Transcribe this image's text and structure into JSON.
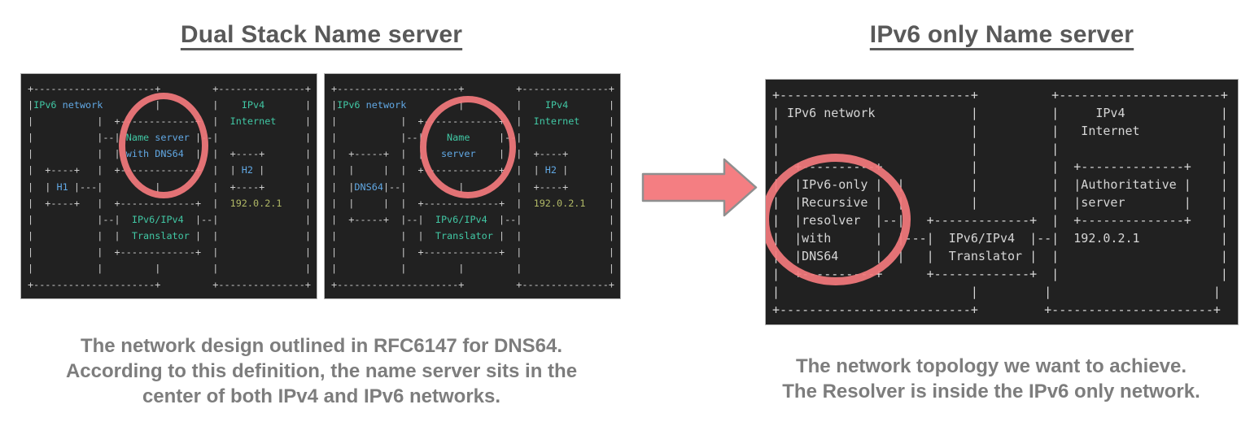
{
  "left_section": {
    "title": "Dual Stack Name server",
    "caption": [
      "The network design outlined in RFC6147 for DNS64.",
      "According to this definition, the name server sits in the",
      "center of both IPv4 and IPv6 networks."
    ]
  },
  "right_section": {
    "title": "IPv6 only Name server",
    "caption": [
      "The network topology we want to achieve.",
      "The Resolver is inside the IPv6 only network."
    ]
  },
  "colors": {
    "accent_salmon": "#f4797d",
    "arrow_outline": "#8f8f8f",
    "terminal_background": "#212121",
    "terminal_border_text": "#cdcdcd",
    "teal_keyword": "#41c7a4",
    "blue_keyword": "#61a8e4",
    "olive_ip": "#b1b966",
    "title_gray": "#595959",
    "caption_gray": "#7d7d7d"
  },
  "panels": [
    {
      "name": "dns64-in-dns-server-mode",
      "lines": [
        [
          [
            "+---------------------+         +---------------+",
            "b"
          ]
        ],
        [
          [
            "|",
            "b"
          ],
          [
            "IPv6",
            "t"
          ],
          [
            " ",
            "b"
          ],
          [
            "network",
            "u"
          ],
          [
            "         |         |    ",
            "b"
          ],
          [
            "IPv4",
            "t"
          ],
          [
            "       |",
            "b"
          ]
        ],
        [
          [
            "|           |  +-------------+  |  ",
            "b"
          ],
          [
            "Internet",
            "t"
          ],
          [
            "     |",
            "b"
          ]
        ],
        [
          [
            "|           |--| ",
            "b"
          ],
          [
            "Name",
            "t"
          ],
          [
            " ",
            "b"
          ],
          [
            "server",
            "u"
          ],
          [
            " |--|               |",
            "b"
          ]
        ],
        [
          [
            "|           |  | ",
            "b"
          ],
          [
            "with",
            "u"
          ],
          [
            " ",
            "b"
          ],
          [
            "DNS64",
            "u"
          ],
          [
            "  |  |  +----+       |",
            "b"
          ]
        ],
        [
          [
            "|  +----+   |  +-------------+  |  | ",
            "b"
          ],
          [
            "H2",
            "u"
          ],
          [
            " |       |",
            "b"
          ]
        ],
        [
          [
            "|  | ",
            "b"
          ],
          [
            "H1",
            "u"
          ],
          [
            " |---|         |         |  +----+       |",
            "b"
          ]
        ],
        [
          [
            "|  +----+   |  +-------------+  |  ",
            "b"
          ],
          [
            "192.0.2.1",
            "o"
          ],
          [
            "    |",
            "b"
          ]
        ],
        [
          [
            "|           |--|  ",
            "b"
          ],
          [
            "IPv6/IPv4",
            "t"
          ],
          [
            "  |--|               |",
            "b"
          ]
        ],
        [
          [
            "|           |  |  ",
            "b"
          ],
          [
            "Translator",
            "t"
          ],
          [
            " |  |               |",
            "b"
          ]
        ],
        [
          [
            "|           |  +-------------+  |               |",
            "b"
          ]
        ],
        [
          [
            "|           |         |         |               |",
            "b"
          ]
        ],
        [
          [
            "+---------------------+         +---------------+",
            "b"
          ]
        ]
      ]
    },
    {
      "name": "dns64-in-stub-resolver-mode",
      "lines": [
        [
          [
            "+---------------------+         +---------------+",
            "b"
          ]
        ],
        [
          [
            "|",
            "b"
          ],
          [
            "IPv6",
            "t"
          ],
          [
            " ",
            "b"
          ],
          [
            "network",
            "u"
          ],
          [
            "         |         |    ",
            "b"
          ],
          [
            "IPv4",
            "t"
          ],
          [
            "       |",
            "b"
          ]
        ],
        [
          [
            "|           |  +-------------+  |  ",
            "b"
          ],
          [
            "Internet",
            "t"
          ],
          [
            "     |",
            "b"
          ]
        ],
        [
          [
            "|           |--|    ",
            "b"
          ],
          [
            "Name",
            "t"
          ],
          [
            "     |--|               |",
            "b"
          ]
        ],
        [
          [
            "|  +-----+  |  |   ",
            "b"
          ],
          [
            "server",
            "u"
          ],
          [
            "    |  |  +----+       |",
            "b"
          ]
        ],
        [
          [
            "|  |     |  |  +-------------+  |  | ",
            "b"
          ],
          [
            "H2",
            "u"
          ],
          [
            " |       |",
            "b"
          ]
        ],
        [
          [
            "|  |",
            "b"
          ],
          [
            "DNS64",
            "u"
          ],
          [
            "|--|         |         |  +----+       |",
            "b"
          ]
        ],
        [
          [
            "|  |     |  |  +-------------+  |  ",
            "b"
          ],
          [
            "192.0.2.1",
            "o"
          ],
          [
            "    |",
            "b"
          ]
        ],
        [
          [
            "|  +-----+  |--|  ",
            "b"
          ],
          [
            "IPv6/IPv4",
            "t"
          ],
          [
            "  |--|               |",
            "b"
          ]
        ],
        [
          [
            "|           |  |  ",
            "b"
          ],
          [
            "Translator",
            "t"
          ],
          [
            " |  |               |",
            "b"
          ]
        ],
        [
          [
            "|           |  +-------------+  |               |",
            "b"
          ]
        ],
        [
          [
            "|           |         |         |               |",
            "b"
          ]
        ],
        [
          [
            "+---------------------+         +---------------+",
            "b"
          ]
        ]
      ]
    },
    {
      "name": "ipv6-only-recursive-resolver",
      "lines": [
        [
          [
            "+--------------------------+          +----------------------+",
            "p"
          ]
        ],
        [
          [
            "| IPv6 network             |          |     IPv4             |",
            "p"
          ]
        ],
        [
          [
            "|                          |          |   Internet           |",
            "p"
          ]
        ],
        [
          [
            "|                          |          |                      |",
            "p"
          ]
        ],
        [
          [
            "|  +----------+            |          |  +--------------+    |",
            "p"
          ]
        ],
        [
          [
            "|  |IPv6-only |  |         |          |  |Authoritative |    |",
            "p"
          ]
        ],
        [
          [
            "|  |Recursive |  |         |          |  |server        |    |",
            "p"
          ]
        ],
        [
          [
            "|  |resolver  |--|   +-------------+  |  +--------------+    |",
            "p"
          ]
        ],
        [
          [
            "|  |with      |  |---|  IPv6/IPv4  |--|  192.0.2.1           |",
            "p"
          ]
        ],
        [
          [
            "|  |DNS64     |  |   |  Translator |  |                      |",
            "p"
          ]
        ],
        [
          [
            "|  +----------+      +-------------+  |                      |",
            "p"
          ]
        ],
        [
          [
            "|                          |         |                      |",
            "p"
          ]
        ],
        [
          [
            "+--------------------------+         +----------------------+",
            "p"
          ]
        ]
      ]
    }
  ]
}
